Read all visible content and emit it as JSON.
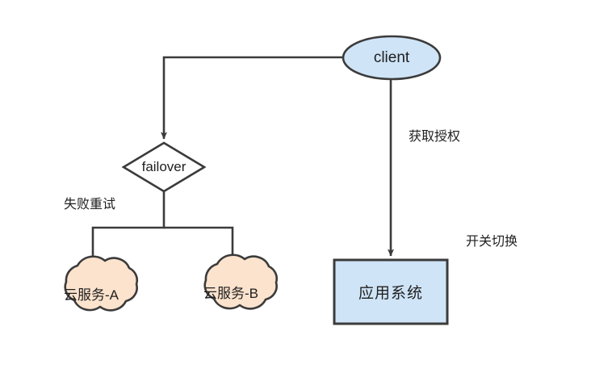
{
  "diagram": {
    "title": "failover-architecture-diagram",
    "background": "#ffffff",
    "stroke_color": "#3b3b3b",
    "nodes": {
      "client": {
        "label": "client",
        "shape": "ellipse",
        "fill": "#cfe4f7",
        "stroke": "#3b3b3b"
      },
      "failover": {
        "label": "failover",
        "shape": "diamond",
        "fill": "#ffffff",
        "stroke": "#3b3b3b"
      },
      "cloud_a": {
        "label": "云服务-A",
        "shape": "cloud",
        "fill": "#fbe3cd",
        "stroke": "#3b3b3b"
      },
      "cloud_b": {
        "label": "云服务-B",
        "shape": "cloud",
        "fill": "#fbe3cd",
        "stroke": "#3b3b3b"
      },
      "app_system": {
        "label": "应用系统",
        "shape": "rectangle",
        "fill": "#cfe4f7",
        "stroke": "#3b3b3b"
      }
    },
    "edge_labels": {
      "authorize": "获取授权",
      "retry": "失败重试",
      "switch": "开关切换"
    }
  }
}
